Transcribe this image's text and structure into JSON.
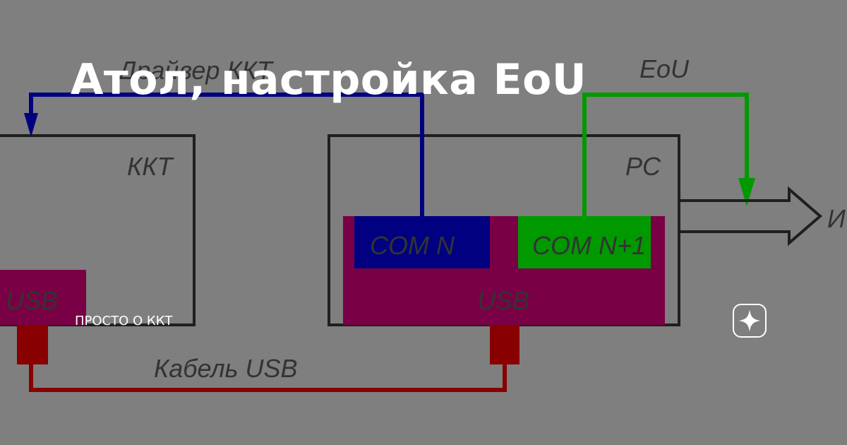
{
  "article": {
    "title": "Атол, настройка EoU",
    "channel": "ПРОСТО О ККТ"
  },
  "diagram": {
    "labels": {
      "driver": "Драйвер ККТ",
      "eou": "EoU",
      "kkt": "ККТ",
      "pc": "PC",
      "com_n": "COM N",
      "com_n1": "COM N+1",
      "usb_kkt": "USB",
      "usb_pc": "USB",
      "cable": "Кабель USB",
      "internet_partial": "И"
    },
    "colors": {
      "background": "#7f7f7f",
      "blue": "#000080",
      "green": "#009900",
      "magenta": "#7a0045",
      "red": "#880000",
      "outline": "#1f1f1f",
      "text": "#333333"
    },
    "icons": {
      "zen": "sparkle-star-icon"
    }
  }
}
